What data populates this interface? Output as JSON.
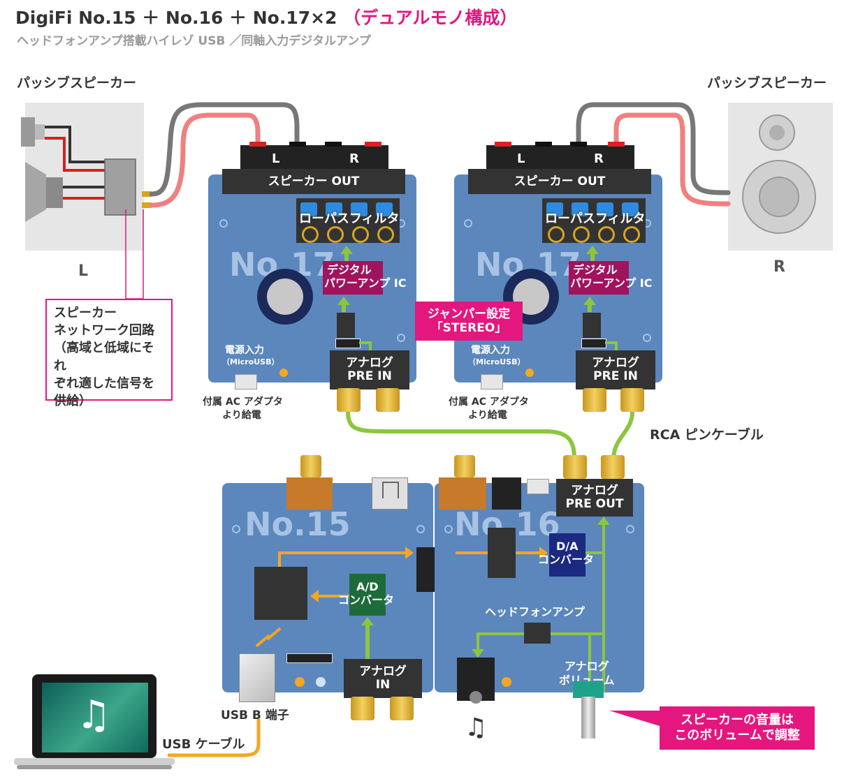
{
  "title": {
    "main": "DigiFi No.15 ＋ No.16 ＋ No.17×2",
    "accent": "（デュアルモノ構成）"
  },
  "subtitle": "ヘッドフォンアンプ搭載ハイレゾ USB ／同軸入力デジタルアンプ",
  "speakers": {
    "left": {
      "heading": "パッシブスピーカー",
      "channel": "L"
    },
    "right": {
      "heading": "パッシブスピーカー",
      "channel": "R"
    }
  },
  "network_box": {
    "line1": "スピーカー",
    "line2": "ネットワーク回路",
    "line3": "（高域と低域にそれ",
    "line4": "ぞれ適した信号を",
    "line5": "供給）"
  },
  "no17_left": {
    "board_label": "No.17",
    "terminal_l": "L",
    "terminal_r": "R",
    "speaker_out": "スピーカー OUT",
    "lowpass": "ローパスフィルタ",
    "amp_ic_line1": "デジタル",
    "amp_ic_line2": "パワーアンプ IC",
    "power_line1": "電源入力",
    "power_line2": "（MicroUSB）",
    "adapter_line1": "付属 AC アダプタ",
    "adapter_line2": "より給電",
    "pre_in_line1": "アナログ",
    "pre_in_line2": "PRE IN"
  },
  "no17_right": {
    "board_label": "No.17",
    "terminal_l": "L",
    "terminal_r": "R",
    "speaker_out": "スピーカー OUT",
    "lowpass": "ローパスフィルタ",
    "amp_ic_line1": "デジタル",
    "amp_ic_line2": "パワーアンプ IC",
    "power_line1": "電源入力",
    "power_line2": "（MicroUSB）",
    "adapter_line1": "付属 AC アダプタ",
    "adapter_line2": "より給電",
    "pre_in_line1": "アナログ",
    "pre_in_line2": "PRE IN"
  },
  "jumper_callout": {
    "line1": "ジャンパー設定",
    "line2": "「STEREO」"
  },
  "rca_cable": "RCA ピンケーブル",
  "no15": {
    "board_label": "No.15",
    "adc_line1": "A/D",
    "adc_line2": "コンバータ",
    "analog_in_line1": "アナログ",
    "analog_in_line2": "IN",
    "usb_b": "USB B 端子",
    "usb_cable": "USB ケーブル"
  },
  "no16": {
    "board_label": "No.16",
    "pre_out_line1": "アナログ",
    "pre_out_line2": "PRE OUT",
    "dac_line1": "D/A",
    "dac_line2": "コンバータ",
    "headphone_amp": "ヘッドフォンアンプ",
    "volume_line1": "アナログ",
    "volume_line2": "ボリューム"
  },
  "volume_callout": {
    "line1": "スピーカーの音量は",
    "line2": "このボリュームで調整"
  },
  "colors": {
    "board": "#5b87bd",
    "board_text": "#a8c2e4",
    "black_block": "#333333",
    "amp_ic": "#a0145e",
    "adc": "#1d6b3a",
    "dac": "#1b2a80",
    "green_wire": "#8cc63f",
    "orange_wire": "#f5a623",
    "callout": "#e4177f",
    "speaker_red": "#f08080",
    "speaker_gray": "#777777",
    "lowpass_blue": "#2e8be0"
  },
  "icons": [
    "speaker-icon",
    "headphone-icon",
    "music-note-icon",
    "laptop-icon",
    "rca-jack-icon",
    "usb-port-icon"
  ]
}
